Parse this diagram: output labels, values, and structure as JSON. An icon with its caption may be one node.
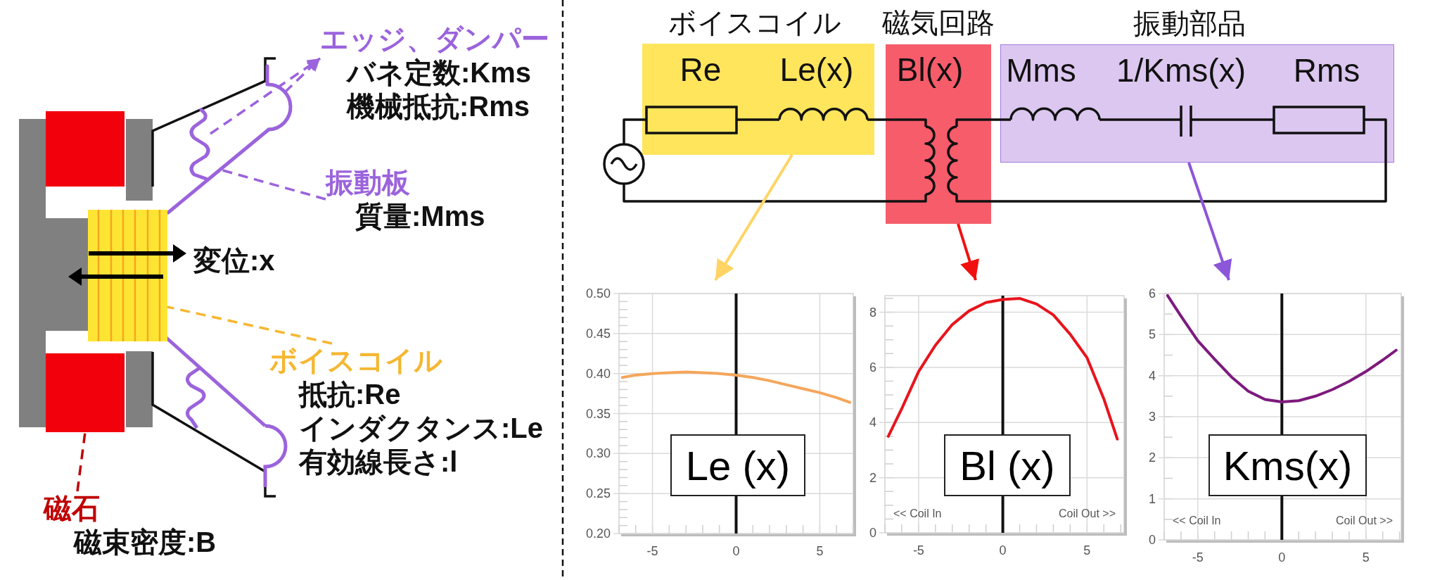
{
  "diagram": {
    "nodes": [
      {
        "text": [
          "エッジ、ダンパー",
          "バネ定数:Kms",
          "機械抵抗:Rms"
        ]
      },
      {
        "text": [],
        "shape": "picture"
      },
      {
        "text": [],
        "shape": "picture"
      },
      {
        "text": [],
        "shape": "picture"
      },
      {
        "text": [
          "振動板",
          "質量:Mms"
        ]
      },
      {
        "text": [],
        "shape": "box"
      },
      {
        "text": [
          "ボイスコイル",
          "抵抗:Re",
          "インダクタンス:Le",
          "有効線長さ:l"
        ]
      },
      {
        "text": [],
        "shape": "box"
      },
      {
        "text": [
          "磁石",
          "磁束密度:B"
        ]
      },
      {
        "text": [
          "ボイスコイル",
          "Re",
          "Le(x)"
        ]
      },
      {
        "text": [
          "磁気回路",
          "Bl(x)"
        ]
      },
      {
        "text": [
          "振動部品",
          "Mms",
          "1/Kms(x)",
          "Rms"
        ]
      },
      {
        "text": [],
        "shape": "chart"
      },
      {
        "text": [
          "Le (x)"
        ],
        "in": 12
      },
      {
        "text": [],
        "shape": "chart"
      },
      {
        "text": [
          "Bl (x)"
        ],
        "in": 14
      },
      {
        "text": [],
        "shape": "chart"
      },
      {
        "text": [
          "Kms(x)"
        ],
        "in": 16
      },
      {
        "text": [],
        "shape": "box"
      }
    ],
    "edges": [
      {
        "from": 2,
        "to": 0,
        "arrow": "to",
        "style": "dashed",
        "color": "#9b63dc"
      },
      {
        "from": 1,
        "to": 0,
        "arrow": "to",
        "style": "dashed",
        "color": "#9b63dc"
      },
      {
        "from": 4,
        "to": 3,
        "arrow": "none",
        "style": "dashed",
        "color": "#9b63dc"
      },
      {
        "from": 6,
        "to": 5,
        "arrow": "none",
        "style": "dashed",
        "color": "#f5b731"
      },
      {
        "from": 8,
        "to": 7,
        "arrow": "none",
        "style": "dashed",
        "color": "#c00000"
      },
      {
        "from": 9,
        "to": 12,
        "arrow": "to",
        "color": "#ffd465"
      },
      {
        "from": 10,
        "to": 14,
        "arrow": "to",
        "color": "#f01010"
      },
      {
        "from": 11,
        "to": 16,
        "arrow": "to",
        "color": "#8c56d9"
      }
    ],
    "labels": [
      "変位:x"
    ],
    "chart_data": [
      {
        "type": "line",
        "x": [
          -6.8,
          -6,
          -5,
          -4,
          -3,
          -2,
          -1,
          0,
          1,
          2,
          3,
          4,
          5,
          6,
          6.8
        ],
        "series": [
          {
            "color": "#f5a65b",
            "values": [
              0.395,
              0.398,
              0.4,
              0.401,
              0.402,
              0.401,
              0.4,
              0.398,
              0.395,
              0.391,
              0.386,
              0.381,
              0.376,
              0.37,
              0.364
            ]
          }
        ],
        "xlim": [
          -7,
          7
        ],
        "ylim": [
          0.2,
          0.5
        ],
        "xticks": [
          -5,
          0,
          5
        ],
        "yticks": [
          {
            "value": 0.2,
            "label": "0.20"
          },
          0.25,
          {
            "value": 0.3,
            "label": "0.30"
          },
          0.35,
          {
            "value": 0.4,
            "label": "0.40"
          },
          0.45,
          {
            "value": 0.5,
            "label": "0.50"
          }
        ],
        "grid": true,
        "ref_lines": [
          {
            "axis": "x",
            "value": 0
          }
        ]
      },
      {
        "type": "line",
        "x": [
          -6.8,
          -6,
          -5,
          -4,
          -3,
          -2,
          -1,
          0,
          1,
          2,
          3,
          4,
          5,
          6,
          6.8
        ],
        "series": [
          {
            "color": "#e8141c",
            "values": [
              3.5,
              4.5,
              5.85,
              6.8,
              7.55,
              8.05,
              8.35,
              8.46,
              8.5,
              8.3,
              7.9,
              7.2,
              6.35,
              4.85,
              3.4
            ]
          }
        ],
        "xlim": [
          -7,
          7.2
        ],
        "ylim": [
          0,
          8.6
        ],
        "xticks": [
          -5,
          0,
          5
        ],
        "yticks": [
          0,
          2,
          4,
          6,
          8
        ],
        "grid": true,
        "ref_lines": [
          {
            "axis": "x",
            "value": 0
          }
        ],
        "annotations": [
          "<< Coil In",
          "Coil Out >>"
        ]
      },
      {
        "type": "line",
        "x": [
          -6.8,
          -6,
          -5,
          -4,
          -3,
          -2,
          -1,
          0,
          1,
          2,
          3,
          4,
          5,
          6,
          6.8
        ],
        "series": [
          {
            "color": "#7d1a7d",
            "values": [
              5.95,
              5.45,
              4.85,
              4.4,
              3.97,
              3.62,
              3.42,
              3.36,
              3.39,
              3.5,
              3.66,
              3.86,
              4.1,
              4.38,
              4.62
            ]
          }
        ],
        "xlim": [
          -7,
          7.1
        ],
        "ylim": [
          0,
          6
        ],
        "xticks": [
          -5,
          0,
          5
        ],
        "yticks": [
          0,
          1,
          2,
          3,
          4,
          5,
          6
        ],
        "grid": true,
        "ref_lines": [
          {
            "axis": "x",
            "value": 0
          }
        ],
        "annotations": [
          "<< Coil In",
          "Coil Out >>"
        ]
      }
    ]
  }
}
